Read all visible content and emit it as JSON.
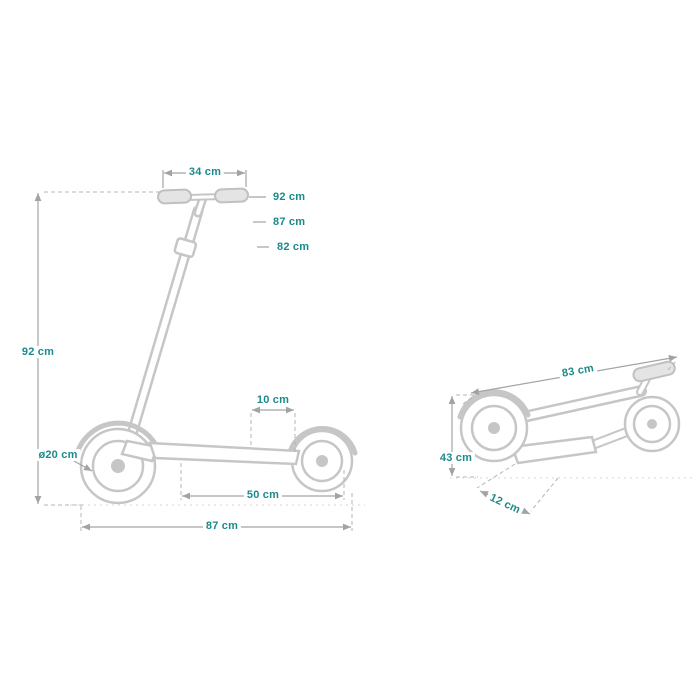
{
  "diagram": {
    "type": "product-dimension-drawing",
    "subject": "kick scooter",
    "colors": {
      "label_text": "#1d8a8a",
      "dimension_lines": "#a3a3a3",
      "drawing_outline": "#c6c6c6",
      "background": "#ffffff"
    },
    "main_view": {
      "handlebar_width": "34 cm",
      "handlebar_height_high": "92 cm",
      "handlebar_height_mid": "87 cm",
      "handlebar_height_low": "82 cm",
      "total_height": "92 cm",
      "wheel_diameter": "ø20 cm",
      "deck_height": "10 cm",
      "deck_length": "50 cm",
      "total_length": "87 cm"
    },
    "folded_view": {
      "folded_length": "83 cm",
      "folded_height": "43 cm",
      "folded_width": "12 cm"
    }
  }
}
